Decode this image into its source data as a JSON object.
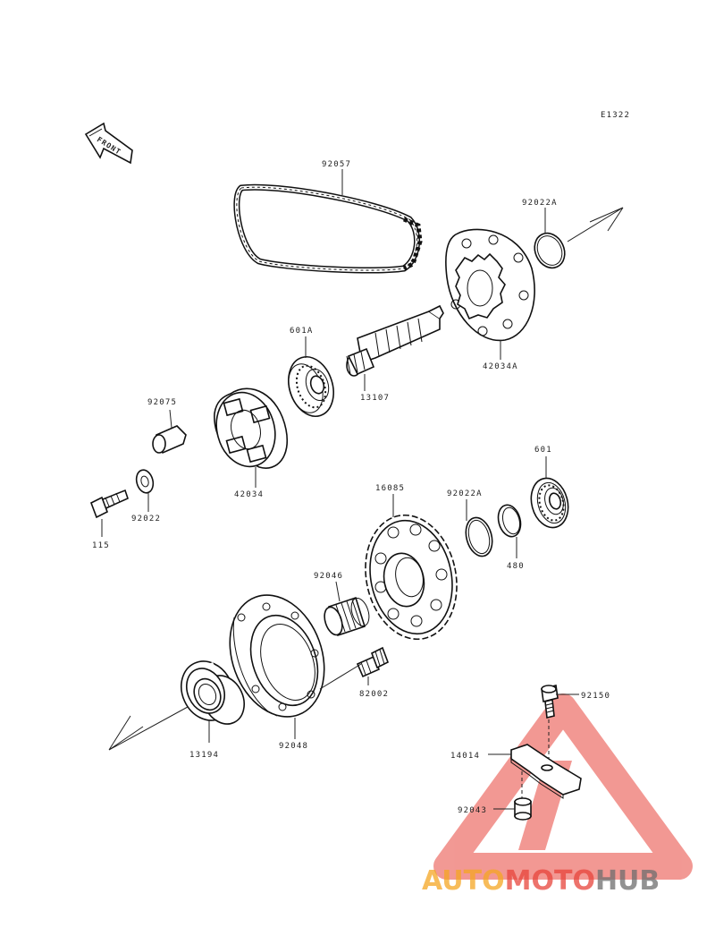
{
  "diagram_code": "E1322",
  "front_label": "FRONT",
  "parts": {
    "p92057": "92057",
    "p92022A_top": "92022A",
    "p42034A": "42034A",
    "p601A": "601A",
    "p13107": "13107",
    "p92075": "92075",
    "p42034": "42034",
    "p92022": "92022",
    "p115": "115",
    "p16085": "16085",
    "p92022A_mid": "92022A",
    "p601": "601",
    "p480": "480",
    "p92046": "92046",
    "p82002": "82002",
    "p13194": "13194",
    "p92048": "92048",
    "p92150": "92150",
    "p14014": "14014",
    "p92043": "92043"
  },
  "watermark": {
    "part1": "AUTO",
    "part2": "MOTO",
    "part3": "HUB",
    "color_orange": "#f5a623",
    "color_red": "#e8453c",
    "color_gray": "#6e6e6e"
  }
}
